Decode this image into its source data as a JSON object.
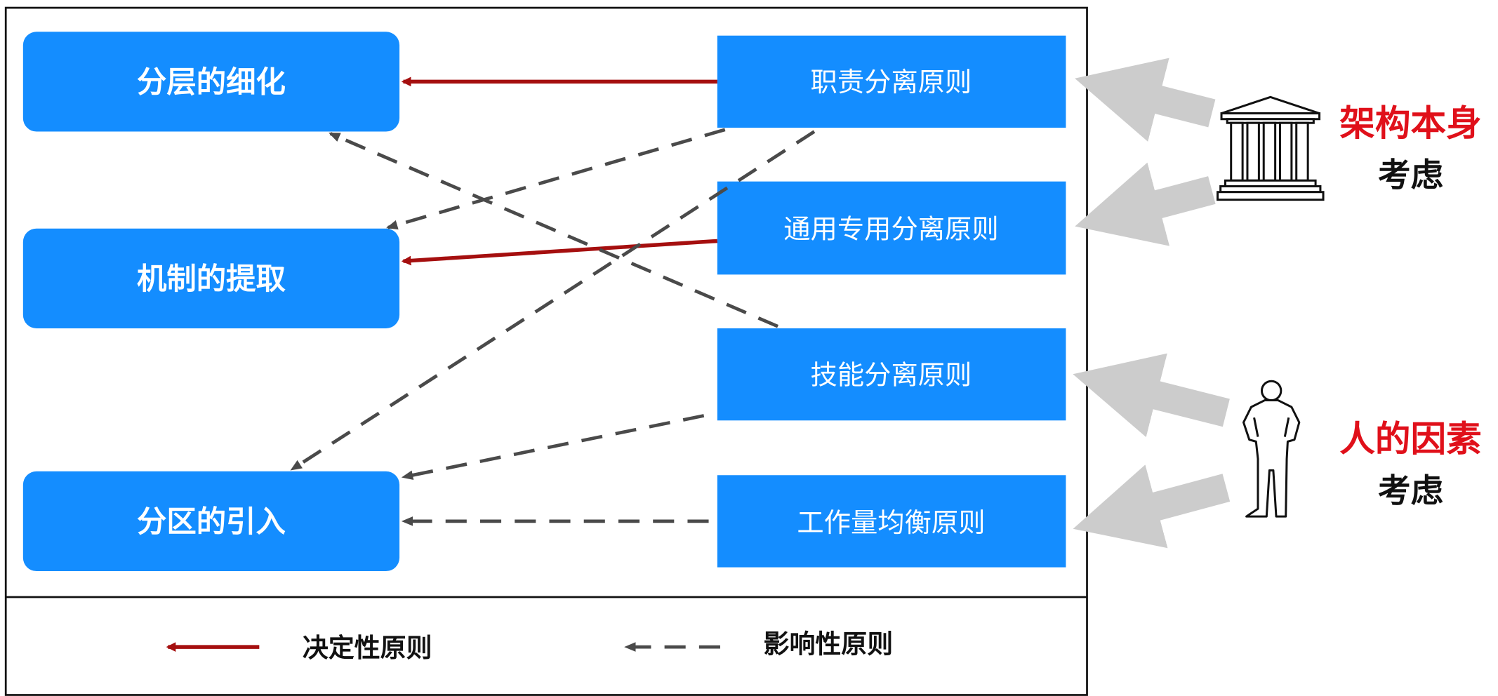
{
  "left_boxes": [
    "分层的细化",
    "机制的提取",
    "分区的引入"
  ],
  "right_boxes": [
    "职责分离原则",
    "通用专用分离原则",
    "技能分离原则",
    "工作量均衡原则"
  ],
  "sources": {
    "architecture": {
      "title": "架构本身",
      "subtitle": "考虑",
      "icon": "temple-icon"
    },
    "human": {
      "title": "人的因素",
      "subtitle": "考虑",
      "icon": "person-icon"
    }
  },
  "legend": {
    "decisive": "决定性原则",
    "influential": "影响性原则"
  },
  "colors": {
    "box": "#148dff",
    "decisive": "#a50f0f",
    "influential": "#4a4a4a",
    "source_label": "#e0101a"
  }
}
